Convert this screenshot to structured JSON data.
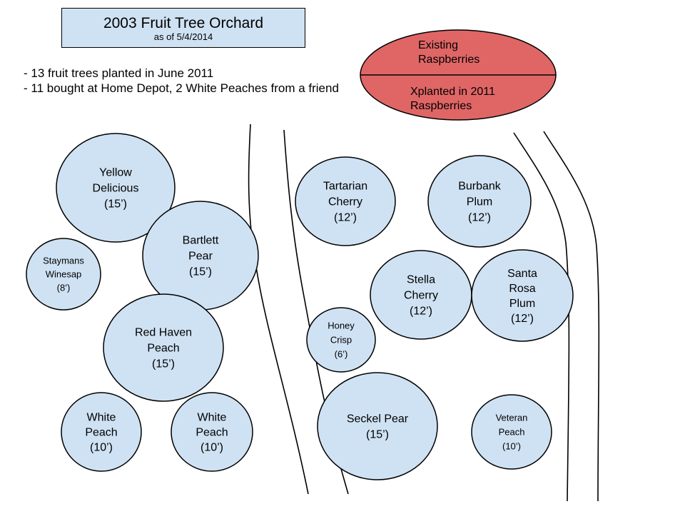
{
  "header": {
    "title": "2003 Fruit Tree Orchard",
    "subtitle": "as of 5/4/2014"
  },
  "notes": [
    "- 13 fruit trees planted in June 2011",
    "- 11 bought at Home Depot, 2 White Peaches from a friend"
  ],
  "raspberries": {
    "top_label": [
      "Existing",
      "Raspberries"
    ],
    "bottom_label": [
      "Xplanted in 2011",
      "Raspberries"
    ],
    "color": "#e06666"
  },
  "trees": [
    {
      "id": "yellow-delicious",
      "lines": [
        "Yellow",
        "Delicious",
        "(15’)"
      ]
    },
    {
      "id": "bartlett-pear",
      "lines": [
        "Bartlett",
        "Pear",
        "(15’)"
      ]
    },
    {
      "id": "staymans-winesap",
      "lines": [
        "Staymans",
        "Winesap",
        "(8’)"
      ]
    },
    {
      "id": "red-haven-peach",
      "lines": [
        "Red Haven",
        "Peach",
        "(15’)"
      ]
    },
    {
      "id": "white-peach-1",
      "lines": [
        "White",
        "Peach",
        "(10’)"
      ]
    },
    {
      "id": "white-peach-2",
      "lines": [
        "White",
        "Peach",
        "(10’)"
      ]
    },
    {
      "id": "tartarian-cherry",
      "lines": [
        "Tartarian",
        "Cherry",
        "(12’)"
      ]
    },
    {
      "id": "burbank-plum",
      "lines": [
        "Burbank",
        "Plum",
        "(12’)"
      ]
    },
    {
      "id": "stella-cherry",
      "lines": [
        "Stella",
        "Cherry",
        "(12’)"
      ]
    },
    {
      "id": "santa-rosa-plum",
      "lines": [
        "Santa",
        "Rosa",
        "Plum",
        "(12’)"
      ]
    },
    {
      "id": "honey-crisp",
      "lines": [
        "Honey",
        "Crisp",
        "(6’)"
      ]
    },
    {
      "id": "seckel-pear",
      "lines": [
        "Seckel Pear",
        "(15’)"
      ]
    },
    {
      "id": "veteran-peach",
      "lines": [
        "Veteran",
        "Peach",
        "(10’)"
      ]
    }
  ],
  "colors": {
    "tree_fill": "#cfe2f3",
    "outline": "#000000"
  }
}
